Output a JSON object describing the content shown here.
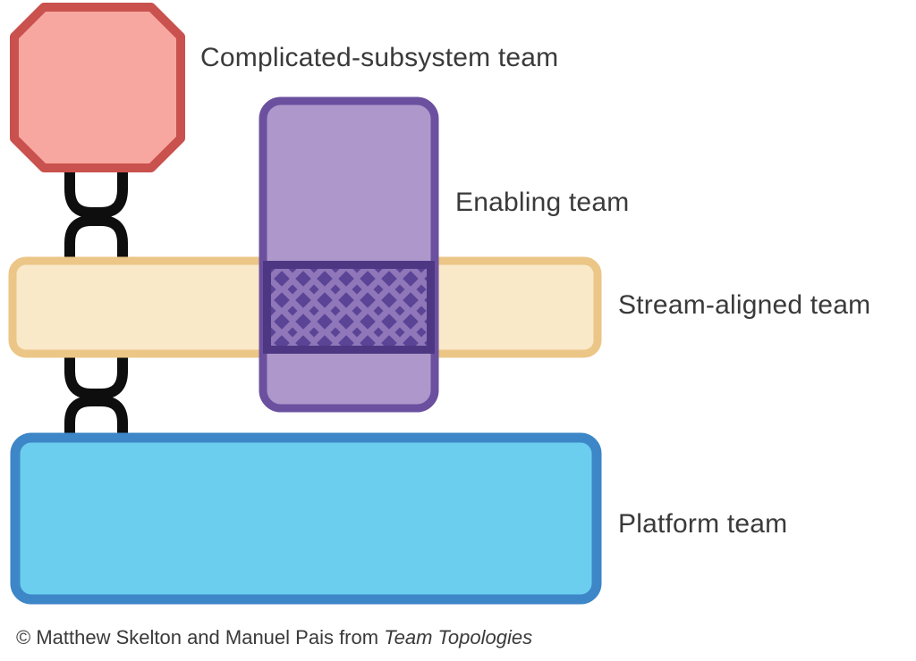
{
  "labels": {
    "complicated_subsystem": "Complicated-subsystem team",
    "enabling": "Enabling team",
    "stream_aligned": "Stream-aligned team",
    "platform": "Platform team"
  },
  "footer": {
    "credit": "© Matthew Skelton and Manuel Pais from ",
    "book": "Team Topologies"
  },
  "colors": {
    "complicated": {
      "fill": "#F8A7A0",
      "stroke": "#C9514E"
    },
    "enabling": {
      "fill": "#AE98CB",
      "stroke": "#6B509F"
    },
    "overlap": {
      "bg": "#8F77B9",
      "diamond": "#5B4396",
      "border": "#4E3782"
    },
    "stream": {
      "fill": "#F9E9C9",
      "stroke": "#EBC687"
    },
    "platform": {
      "fill": "#6CCEEE",
      "stroke": "#3D86C7"
    },
    "chain": "#0E0E0E",
    "text": "#3A3A3A"
  }
}
